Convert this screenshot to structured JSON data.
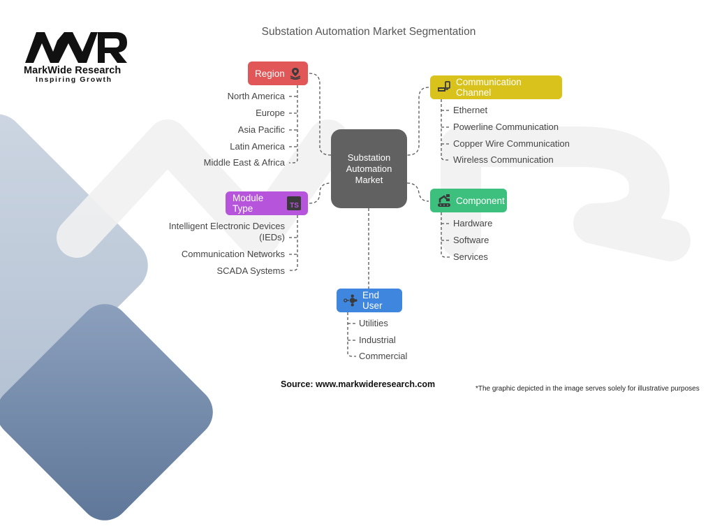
{
  "brand": {
    "logo_text": "MWR",
    "name": "MarkWide Research",
    "tagline": "Inspiring Growth"
  },
  "title": "Substation Automation Market Segmentation",
  "center": {
    "label": "Substation Automation Market"
  },
  "segments": {
    "region": {
      "label": "Region",
      "icon": "map-pin-icon",
      "color": "#e15656",
      "items": [
        "North America",
        "Europe",
        "Asia Pacific",
        "Latin America",
        "Middle East & Africa"
      ]
    },
    "module_type": {
      "label": "Module Type",
      "icon": "ts-badge-icon",
      "color": "#b655dc",
      "items": [
        "Intelligent Electronic Devices",
        "(IEDs)",
        "Communication Networks",
        "SCADA Systems"
      ]
    },
    "communication_channel": {
      "label": "Communication Channel",
      "icon": "network-device-icon",
      "color": "#d9c21b",
      "items": [
        "Ethernet",
        "Powerline Communication",
        "Copper Wire Communication",
        "Wireless Communication"
      ]
    },
    "component": {
      "label": "Component",
      "icon": "robot-arm-icon",
      "color": "#3dbf7d",
      "items": [
        "Hardware",
        "Software",
        "Services"
      ]
    },
    "end_user": {
      "label": "End User",
      "icon": "hub-icon",
      "color": "#3f86df",
      "items": [
        "Utilities",
        "Industrial",
        "Commercial"
      ]
    }
  },
  "footer": {
    "source": "Source: www.markwideresearch.com",
    "disclaimer": "*The graphic depicted in the image serves solely for illustrative purposes"
  }
}
